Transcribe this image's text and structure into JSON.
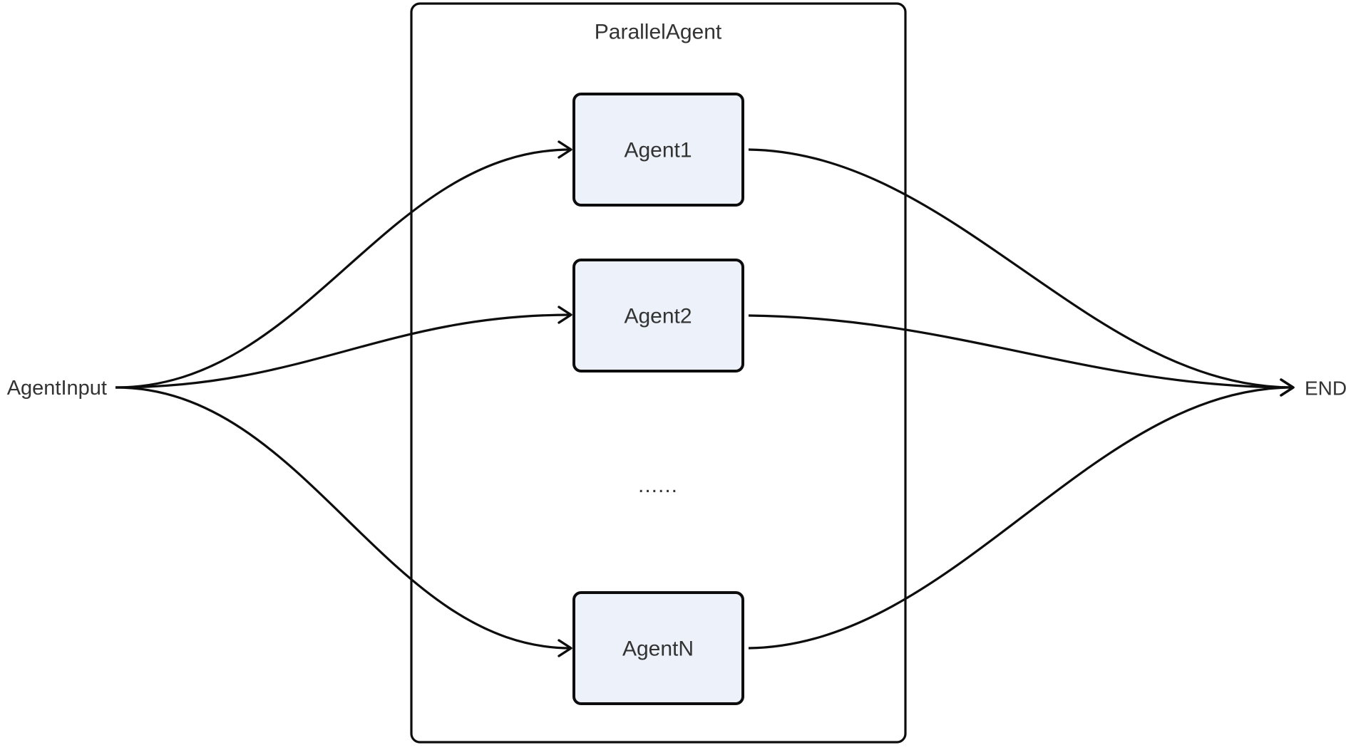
{
  "diagram": {
    "type": "flowchart",
    "direction": "left-to-right",
    "background": "#ffffff",
    "colors": {
      "node_fill": "#edf1fa",
      "node_border": "#0d0d0d",
      "edge_stroke": "#0d0d0d",
      "container_border": "#0d0d0d",
      "text": "#333333"
    },
    "input_label": "AgentInput",
    "end_label": "END",
    "container": {
      "title": "ParallelAgent"
    },
    "nodes": [
      {
        "id": "agent1",
        "label": "Agent1"
      },
      {
        "id": "agent2",
        "label": "Agent2"
      },
      {
        "id": "agentN",
        "label": "AgentN"
      }
    ],
    "ellipsis": "......",
    "edges": [
      {
        "from": "AgentInput",
        "to": "Agent1"
      },
      {
        "from": "AgentInput",
        "to": "Agent2"
      },
      {
        "from": "AgentInput",
        "to": "AgentN"
      },
      {
        "from": "Agent1",
        "to": "END"
      },
      {
        "from": "Agent2",
        "to": "END"
      },
      {
        "from": "AgentN",
        "to": "END"
      }
    ]
  }
}
